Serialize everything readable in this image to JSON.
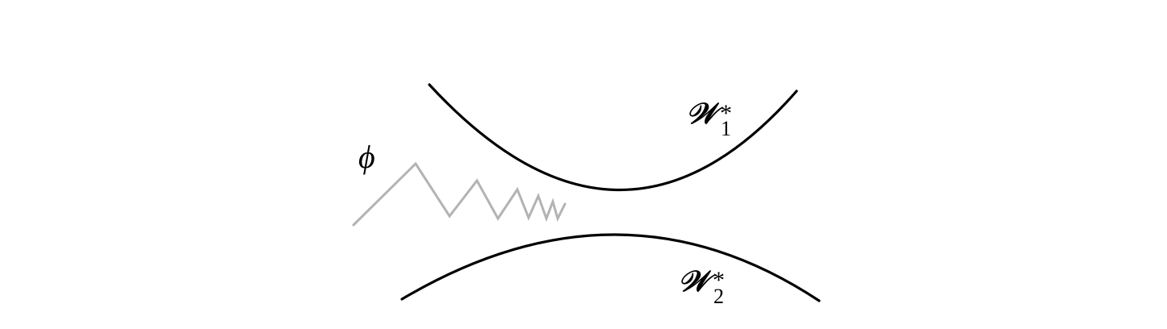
{
  "labels": {
    "phi": "ϕ",
    "upper_wall": {
      "symbol": "𝒲",
      "superscript": "*",
      "subscript": "1"
    },
    "lower_wall": {
      "symbol": "𝒲",
      "superscript": "*",
      "subscript": "2"
    }
  },
  "colors": {
    "curves": "#000000",
    "wave": "#b3b3b3"
  }
}
